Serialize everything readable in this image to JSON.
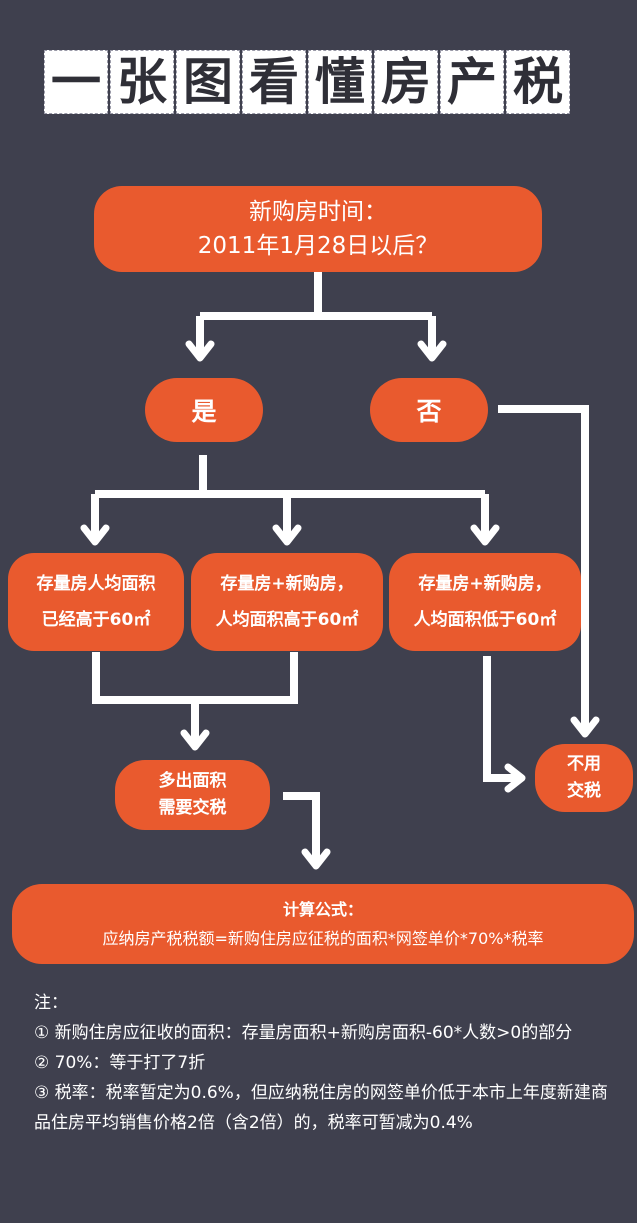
{
  "title": {
    "chars": [
      "一",
      "张",
      "图",
      "看",
      "懂",
      "房",
      "产",
      "税"
    ]
  },
  "flow": {
    "question": {
      "line1": "新购房时间：",
      "line2": "2011年1月28日以后？"
    },
    "yes": "是",
    "no": "否",
    "case1": {
      "line1": "存量房人均面积",
      "line2": "已经高于60㎡"
    },
    "case2": {
      "line1": "存量房+新购房，",
      "line2": "人均面积高于60㎡"
    },
    "case3": {
      "line1": "存量房+新购房，",
      "line2": "人均面积低于60㎡"
    },
    "taxed": {
      "line1": "多出面积",
      "line2": "需要交税"
    },
    "exempt": {
      "line1": "不用",
      "line2": "交税"
    },
    "formula": {
      "title": "计算公式：",
      "text": "应纳房产税税额=新购住房应征税的面积*网签单价*70%*税率"
    }
  },
  "notes": {
    "heading": "注：",
    "items": [
      "① 新购住房应征收的面积：存量房面积+新购房面积-60*人数>0的部分",
      "② 70%：等于打了7折",
      "③ 税率：税率暂定为0.6%，但应纳税住房的网签单价低于本市上年度新建商品住房平均销售价格2倍（含2倍）的，税率可暂减为0.4%"
    ]
  },
  "colors": {
    "background": "#3f404e",
    "node": "#e95a2e",
    "arrow": "#ffffff"
  }
}
